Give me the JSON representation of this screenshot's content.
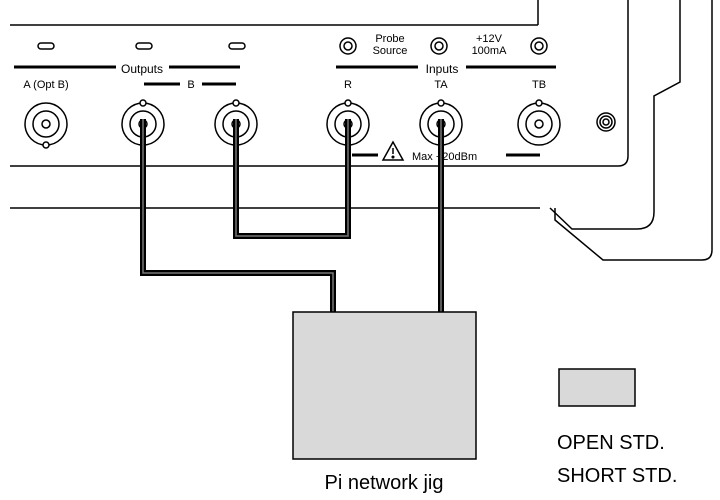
{
  "panel": {
    "outputs_label": "Outputs",
    "inputs_label": "Inputs",
    "probe_source_line1": "Probe",
    "probe_source_line2": "Source",
    "power_line1": "+12V",
    "power_line2": "100mA",
    "warning_text": "Max +20dBm",
    "connectors": [
      {
        "label": "A (Opt B)"
      },
      {
        "label": "B"
      },
      {
        "label": "R"
      },
      {
        "label": "TA"
      },
      {
        "label": "TB"
      }
    ]
  },
  "jig": {
    "label": "Pi network jig"
  },
  "standards": {
    "open_label": "OPEN STD.",
    "short_label": "SHORT STD."
  },
  "colors": {
    "line": "#000000",
    "fill": "#d9d9d9",
    "background": "#ffffff"
  }
}
